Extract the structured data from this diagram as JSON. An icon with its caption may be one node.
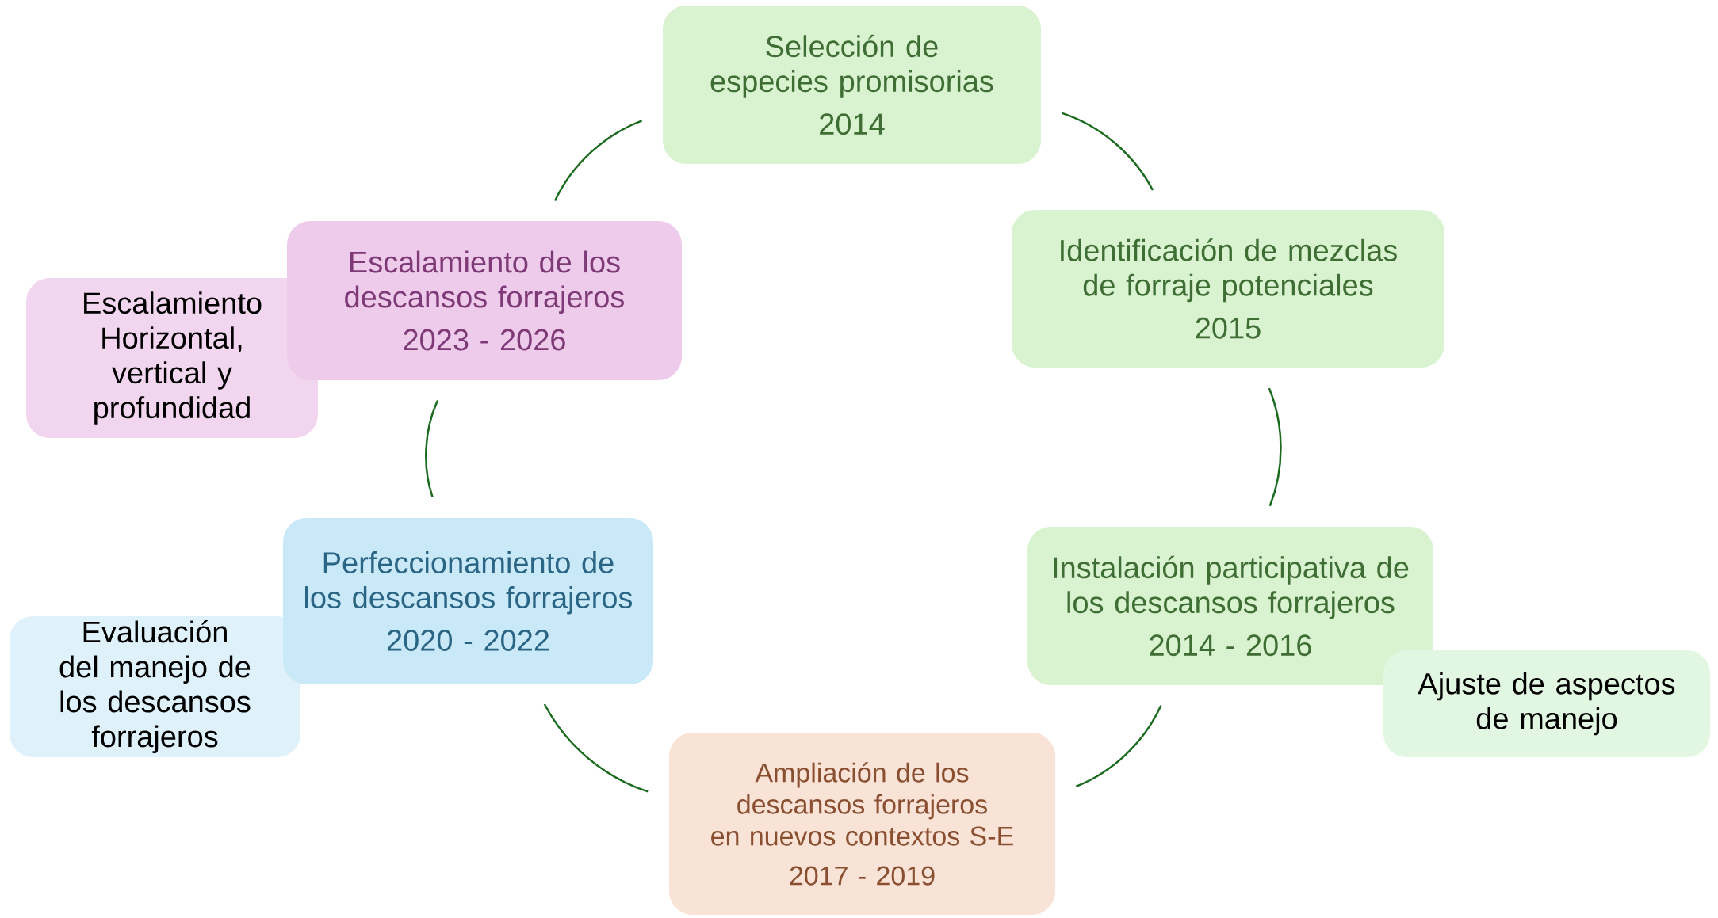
{
  "diagram": {
    "nodes": [
      {
        "text": [
          "Selección de especies promisorias",
          "2014"
        ]
      },
      {
        "text": [
          "Identificación de mezclas de forraje potenciales",
          "2015"
        ]
      },
      {
        "text": [
          "Instalación participativa de los descansos forrajeros",
          "2014 - 2016"
        ]
      },
      {
        "text": [
          "Ampliación de los descansos forrajeros en nuevos contextos S-E",
          "2017 - 2019"
        ]
      },
      {
        "text": [
          "Perfeccionamiento de los descansos forrajeros",
          "2020 - 2022"
        ]
      },
      {
        "text": [
          "Escalamiento de los descansos forrajeros",
          "2023 - 2026"
        ]
      },
      {
        "text": [
          "Escalamiento Horizontal, vertical y profundidad"
        ]
      },
      {
        "text": [
          "Evaluación del manejo de los descansos forrajeros"
        ]
      },
      {
        "text": [
          "Ajuste de aspectos de manejo"
        ]
      }
    ],
    "edges": [
      {
        "from": 0,
        "to": 1,
        "arrow": "none"
      },
      {
        "from": 1,
        "to": 2,
        "arrow": "none"
      },
      {
        "from": 2,
        "to": 3,
        "arrow": "none"
      },
      {
        "from": 3,
        "to": 4,
        "arrow": "none"
      },
      {
        "from": 4,
        "to": 5,
        "arrow": "none"
      },
      {
        "from": 5,
        "to": 0,
        "arrow": "none"
      }
    ]
  }
}
